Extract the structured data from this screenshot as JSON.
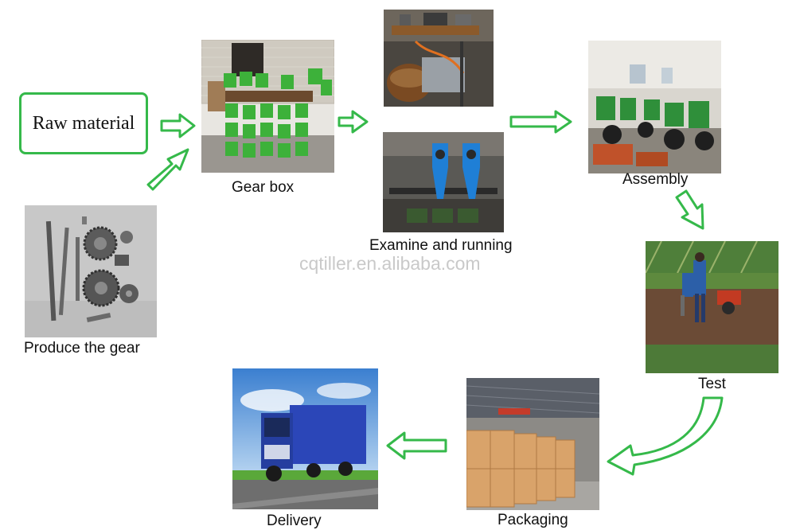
{
  "steps": {
    "raw_material": "Raw material",
    "produce_gear": "Produce the gear",
    "gear_box": "Gear box",
    "examine_running": "Examine and running",
    "assembly": "Assembly",
    "test": "Test",
    "packaging": "Packaging",
    "delivery": "Delivery"
  },
  "watermark": "cqtiller.en.alibaba.com",
  "colors": {
    "accent_green": "#35b94a",
    "arrow_fill": "#ffffff"
  },
  "icons": {
    "flow_arrow": "outlined-green-arrow",
    "curved_arrow": "curved-green-arrow"
  }
}
